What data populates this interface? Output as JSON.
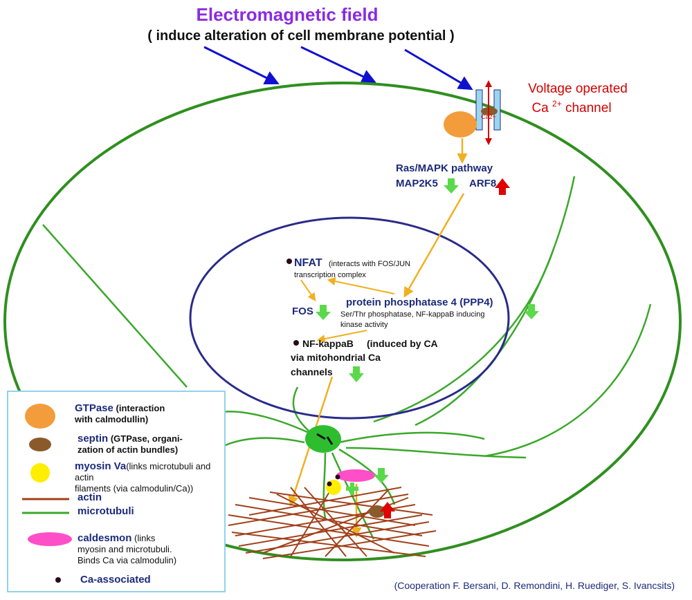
{
  "title": "Electromagnetic field",
  "subtitle": "( induce alteration of cell membrane potential )",
  "channel": {
    "label_line1": "Voltage operated",
    "label_line2_a": "Ca ",
    "label_line2_sup": "2+",
    "label_line2_b": " channel",
    "ion_label": "Ca2+"
  },
  "pathway": {
    "line1": "Ras/MAPK pathway",
    "left": "MAP2K5",
    "right": "ARF8"
  },
  "nucleus": {
    "nfat_name": "NFAT",
    "nfat_note_1": "(interacts with FOS/JUN",
    "nfat_note_2": "transcription complex",
    "fos": "FOS",
    "ppp4_name": "protein phosphatase 4 (PPP4)",
    "ppp4_note_1": "Ser/Thr phosphatase, NF-kappaB inducing",
    "ppp4_note_2": "kinase activity",
    "nfkb_name": "NF-kappaB",
    "nfkb_note_1": "(induced by CA",
    "nfkb_note_2": "via mitohondrial Ca",
    "nfkb_note_3": "channels"
  },
  "legend": {
    "gtpase_name": "GTPase",
    "gtpase_note_1": "(interaction",
    "gtpase_note_2": "with calmodullin)",
    "septin_name": "septin",
    "septin_note_1": "(GTPase, organi-",
    "septin_note_2": "zation of actin bundles)",
    "myosin_name": "myosin Va",
    "myosin_note_1": "(links microtubuli and actin",
    "myosin_note_2": "filaments (via calmodulin/Ca))",
    "actin": "actin",
    "microtubuli": "microtubuli",
    "caldesmon_name": "caldesmon",
    "caldesmon_note_1": "(links",
    "caldesmon_note_2": "myosin and microtubuli.",
    "caldesmon_note_3": "Binds Ca via calmodulin)",
    "ca_associated": "Ca-associated"
  },
  "credit": "(Cooperation F. Bersani, D. Remondini, H. Ruediger, S. Ivancsits)",
  "colors": {
    "title": "#8a2be2",
    "field_arrow": "#1010d0",
    "membrane": "#2f8f1f",
    "nucleus": "#2a2a8a",
    "label_blue": "#1c2a7a",
    "channel_red": "#d40000",
    "path_yellow": "#f0b020",
    "down_arrow": "#5ad94a",
    "up_arrow": "#e00000",
    "gtpase": "#f39c3c",
    "septin": "#8b5a2b",
    "myosin": "#ffee00",
    "actin": "#a0401a",
    "microtubuli": "#3aa82a",
    "caldesmon": "#ff4fc8",
    "centrosome": "#2ebd2e"
  }
}
